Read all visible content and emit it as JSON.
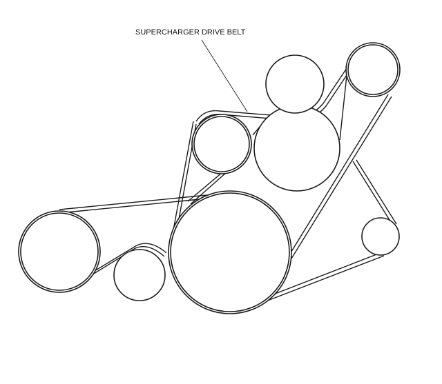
{
  "callout": {
    "label": "SUPERCHARGER DRIVE BELT"
  },
  "pulleys": [
    {
      "name": "left-pulley",
      "role": "pulley"
    },
    {
      "name": "idler-lower",
      "role": "idler"
    },
    {
      "name": "crank-pulley",
      "role": "crankshaft pulley"
    },
    {
      "name": "idler-mid",
      "role": "idler"
    },
    {
      "name": "supercharger-pulley",
      "role": "supercharger pulley"
    },
    {
      "name": "top-pulley",
      "role": "pulley"
    },
    {
      "name": "upper-right-pulley",
      "role": "pulley"
    },
    {
      "name": "right-idler",
      "role": "idler"
    }
  ],
  "colors": {
    "line": "#1a1a1a",
    "background": "#ffffff"
  }
}
